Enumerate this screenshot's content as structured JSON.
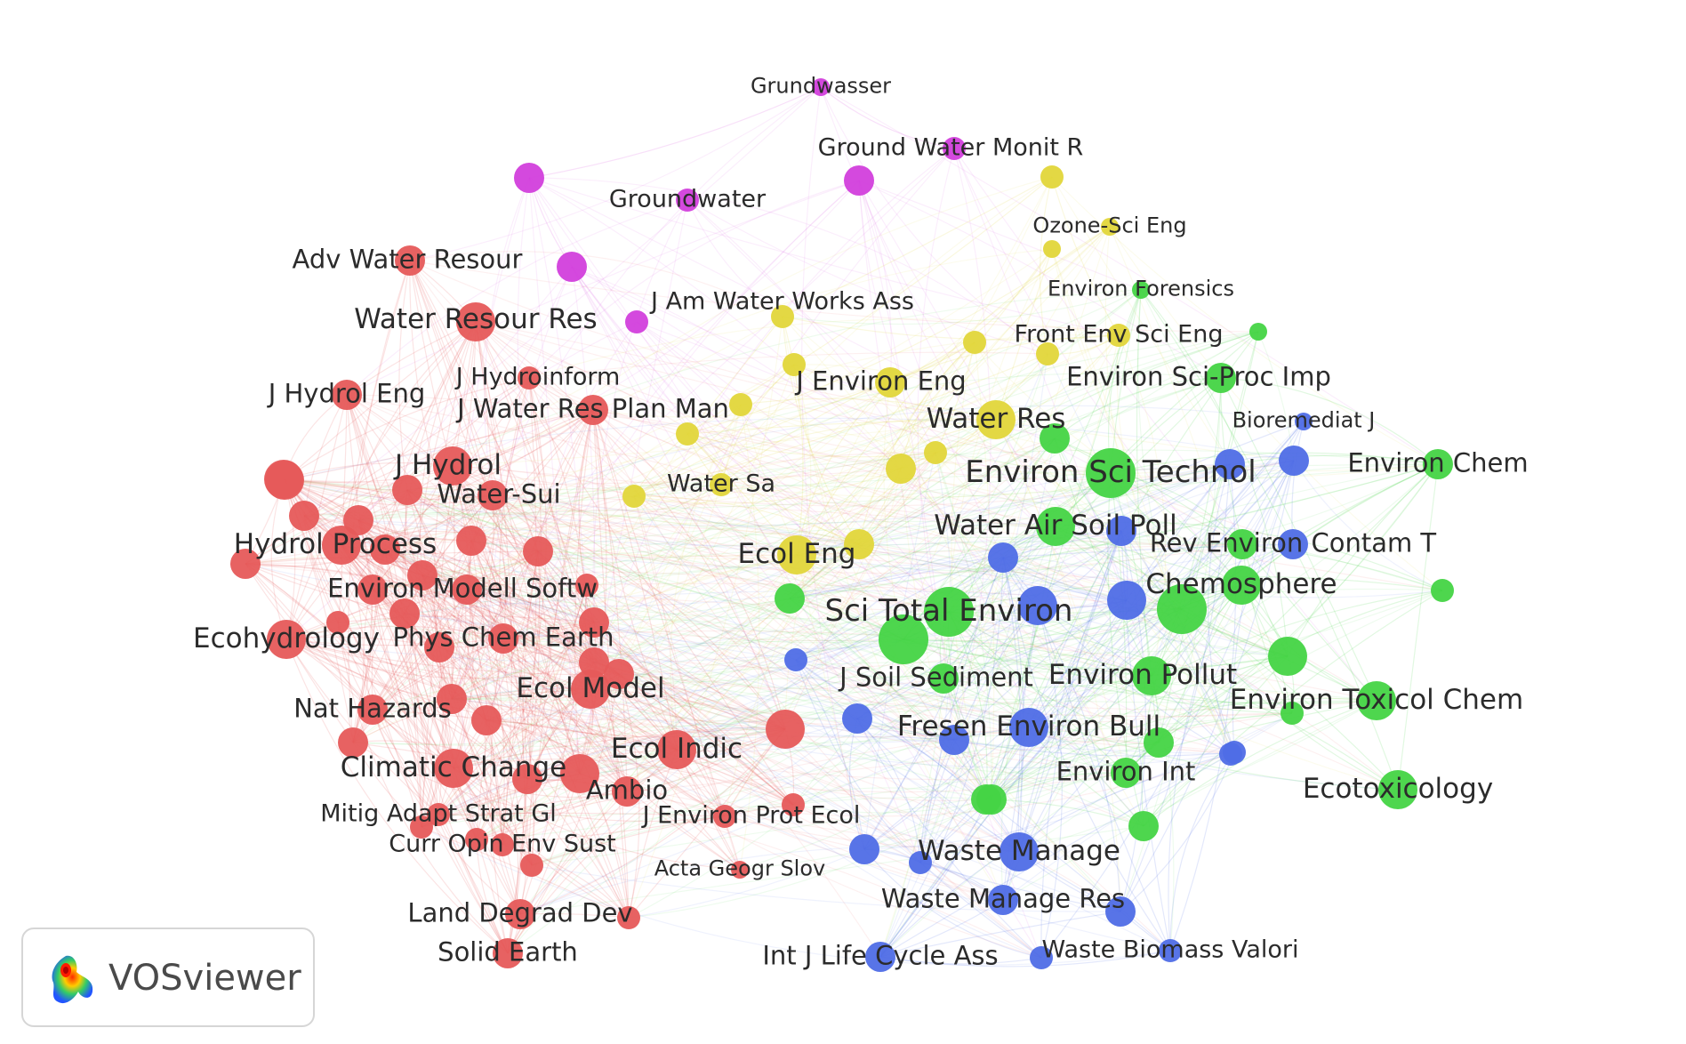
{
  "logo": {
    "text": "VOSviewer",
    "icon": "vosviewer-logo-icon"
  },
  "cluster_colors": {
    "red": "#e65a5a",
    "magenta": "#d23fdc",
    "yellow": "#e2d63a",
    "green": "#45d445",
    "blue": "#4f6de6"
  },
  "nodes": [
    {
      "label": "Grundwasser",
      "c": "magenta",
      "s": 1
    },
    {
      "label": "Ground Water Monit R",
      "c": "magenta",
      "s": 2
    },
    {
      "label": "Groundwater",
      "c": "magenta",
      "s": 2
    },
    {
      "label": "",
      "c": "magenta",
      "s": 3
    },
    {
      "label": "",
      "c": "magenta",
      "s": 3
    },
    {
      "label": "",
      "c": "magenta",
      "s": 3
    },
    {
      "label": "",
      "c": "magenta",
      "s": 2
    },
    {
      "label": "",
      "c": "yellow",
      "s": 2
    },
    {
      "label": "Ozone-Sci Eng",
      "c": "yellow",
      "s": 1
    },
    {
      "label": "",
      "c": "yellow",
      "s": 1
    },
    {
      "label": "Environ Forensics",
      "c": "green",
      "s": 1
    },
    {
      "label": "Adv Water Resour",
      "c": "red",
      "s": 3
    },
    {
      "label": "Water Resour Res",
      "c": "red",
      "s": 4
    },
    {
      "label": "J Am Water Works Ass",
      "c": "yellow",
      "s": 2
    },
    {
      "label": "Front Env Sci Eng",
      "c": "yellow",
      "s": 2
    },
    {
      "label": "",
      "c": "yellow",
      "s": 2
    },
    {
      "label": "",
      "c": "green",
      "s": 1
    },
    {
      "label": "Environ Sci-Proc Imp",
      "c": "green",
      "s": 3
    },
    {
      "label": "J Hydroinform",
      "c": "red",
      "s": 2
    },
    {
      "label": "J Hydrol Eng",
      "c": "red",
      "s": 3
    },
    {
      "label": "J Water Res Plan Man",
      "c": "red",
      "s": 3
    },
    {
      "label": "J Environ Eng",
      "c": "yellow",
      "s": 3
    },
    {
      "label": "",
      "c": "yellow",
      "s": 2
    },
    {
      "label": "",
      "c": "yellow",
      "s": 2
    },
    {
      "label": "",
      "c": "yellow",
      "s": 2
    },
    {
      "label": "Water Res",
      "c": "yellow",
      "s": 4
    },
    {
      "label": "Bioremediat J",
      "c": "blue",
      "s": 1
    },
    {
      "label": "J Hydrol",
      "c": "red",
      "s": 4
    },
    {
      "label": "",
      "c": "red",
      "s": 4
    },
    {
      "label": "Water-Sui",
      "c": "red",
      "s": 3
    },
    {
      "label": "Water Sa",
      "c": "yellow",
      "s": 2
    },
    {
      "label": "",
      "c": "yellow",
      "s": 3
    },
    {
      "label": "Environ Sci Technol",
      "c": "green",
      "s": 5
    },
    {
      "label": "",
      "c": "blue",
      "s": 3
    },
    {
      "label": "",
      "c": "blue",
      "s": 3
    },
    {
      "label": "Environ Chem",
      "c": "green",
      "s": 3
    },
    {
      "label": "Hydrol Process",
      "c": "red",
      "s": 4
    },
    {
      "label": "",
      "c": "red",
      "s": 3
    },
    {
      "label": "Water Air Soil Poll",
      "c": "green",
      "s": 4
    },
    {
      "label": "",
      "c": "blue",
      "s": 3
    },
    {
      "label": "",
      "c": "blue",
      "s": 3
    },
    {
      "label": "Rev Environ Contam T",
      "c": "blue",
      "s": 3
    },
    {
      "label": "",
      "c": "green",
      "s": 3
    },
    {
      "label": "Ecol Eng",
      "c": "yellow",
      "s": 4
    },
    {
      "label": "",
      "c": "yellow",
      "s": 3
    },
    {
      "label": "Environ Modell Softw",
      "c": "red",
      "s": 3
    },
    {
      "label": "",
      "c": "red",
      "s": 3
    },
    {
      "label": "",
      "c": "green",
      "s": 3
    },
    {
      "label": "Chemosphere",
      "c": "green",
      "s": 4
    },
    {
      "label": "",
      "c": "green",
      "s": 5
    },
    {
      "label": "",
      "c": "blue",
      "s": 4
    },
    {
      "label": "",
      "c": "green",
      "s": 2
    },
    {
      "label": "Sci Total Environ",
      "c": "green",
      "s": 5
    },
    {
      "label": "",
      "c": "green",
      "s": 5
    },
    {
      "label": "",
      "c": "blue",
      "s": 4
    },
    {
      "label": "Ecohydrology",
      "c": "red",
      "s": 4
    },
    {
      "label": "Phys Chem Earth",
      "c": "red",
      "s": 3
    },
    {
      "label": "",
      "c": "blue",
      "s": 2
    },
    {
      "label": "J Soil Sediment",
      "c": "green",
      "s": 3
    },
    {
      "label": "Environ Pollut",
      "c": "green",
      "s": 4
    },
    {
      "label": "",
      "c": "green",
      "s": 4
    },
    {
      "label": "Environ Toxicol Chem",
      "c": "green",
      "s": 4
    },
    {
      "label": "Ecol Model",
      "c": "red",
      "s": 4
    },
    {
      "label": "Nat Hazards",
      "c": "red",
      "s": 3
    },
    {
      "label": "",
      "c": "red",
      "s": 3
    },
    {
      "label": "Ecol Indic",
      "c": "red",
      "s": 4
    },
    {
      "label": "",
      "c": "red",
      "s": 4
    },
    {
      "label": "",
      "c": "blue",
      "s": 3
    },
    {
      "label": "Fresen Environ Bull",
      "c": "blue",
      "s": 4
    },
    {
      "label": "",
      "c": "blue",
      "s": 3
    },
    {
      "label": "",
      "c": "green",
      "s": 3
    },
    {
      "label": "Climatic Change",
      "c": "red",
      "s": 4
    },
    {
      "label": "",
      "c": "red",
      "s": 4
    },
    {
      "label": "Ambio",
      "c": "red",
      "s": 3
    },
    {
      "label": "Environ Int",
      "c": "green",
      "s": 3
    },
    {
      "label": "",
      "c": "green",
      "s": 3
    },
    {
      "label": "",
      "c": "blue",
      "s": 2
    },
    {
      "label": "Ecotoxicology",
      "c": "green",
      "s": 4
    },
    {
      "label": "Mitig Adapt Strat Gl",
      "c": "red",
      "s": 2
    },
    {
      "label": "J Environ Prot Ecol",
      "c": "red",
      "s": 2
    },
    {
      "label": "",
      "c": "red",
      "s": 2
    },
    {
      "label": "",
      "c": "green",
      "s": 3
    },
    {
      "label": "",
      "c": "green",
      "s": 3
    },
    {
      "label": "Curr Opin Env Sust",
      "c": "red",
      "s": 2
    },
    {
      "label": "Acta Geogr Slov",
      "c": "red",
      "s": 1
    },
    {
      "label": "",
      "c": "blue",
      "s": 3
    },
    {
      "label": "Waste Manage",
      "c": "blue",
      "s": 4
    },
    {
      "label": "",
      "c": "blue",
      "s": 2
    },
    {
      "label": "Waste Manage Res",
      "c": "blue",
      "s": 3
    },
    {
      "label": "",
      "c": "blue",
      "s": 3
    },
    {
      "label": "Land Degrad Dev",
      "c": "red",
      "s": 3
    },
    {
      "label": "",
      "c": "red",
      "s": 2
    },
    {
      "label": "Int J Life Cycle Ass",
      "c": "blue",
      "s": 3
    },
    {
      "label": "Waste Biomass Valori",
      "c": "blue",
      "s": 2
    },
    {
      "label": "",
      "c": "blue",
      "s": 2
    },
    {
      "label": "Solid Earth",
      "c": "red",
      "s": 3
    },
    {
      "label": "",
      "c": "red",
      "s": 4
    },
    {
      "label": "",
      "c": "red",
      "s": 3
    },
    {
      "label": "",
      "c": "red",
      "s": 3
    },
    {
      "label": "",
      "c": "red",
      "s": 3
    },
    {
      "label": "",
      "c": "red",
      "s": 3
    },
    {
      "label": "",
      "c": "red",
      "s": 3
    },
    {
      "label": "",
      "c": "red",
      "s": 3
    },
    {
      "label": "",
      "c": "red",
      "s": 2
    },
    {
      "label": "",
      "c": "red",
      "s": 3
    },
    {
      "label": "",
      "c": "red",
      "s": 3
    },
    {
      "label": "",
      "c": "red",
      "s": 3
    },
    {
      "label": "",
      "c": "red",
      "s": 3
    },
    {
      "label": "",
      "c": "red",
      "s": 3
    },
    {
      "label": "",
      "c": "red",
      "s": 3
    },
    {
      "label": "",
      "c": "red",
      "s": 2
    },
    {
      "label": "",
      "c": "red",
      "s": 2
    },
    {
      "label": "",
      "c": "red",
      "s": 3
    },
    {
      "label": "",
      "c": "red",
      "s": 2
    },
    {
      "label": "",
      "c": "yellow",
      "s": 2
    },
    {
      "label": "",
      "c": "yellow",
      "s": 2
    },
    {
      "label": "",
      "c": "yellow",
      "s": 2
    },
    {
      "label": "",
      "c": "green",
      "s": 3
    },
    {
      "label": "",
      "c": "green",
      "s": 2
    },
    {
      "label": "",
      "c": "blue",
      "s": 2
    },
    {
      "label": "",
      "c": "red",
      "s": 3
    },
    {
      "label": "",
      "c": "red",
      "s": 3
    },
    {
      "label": "",
      "c": "red",
      "s": 2
    }
  ]
}
